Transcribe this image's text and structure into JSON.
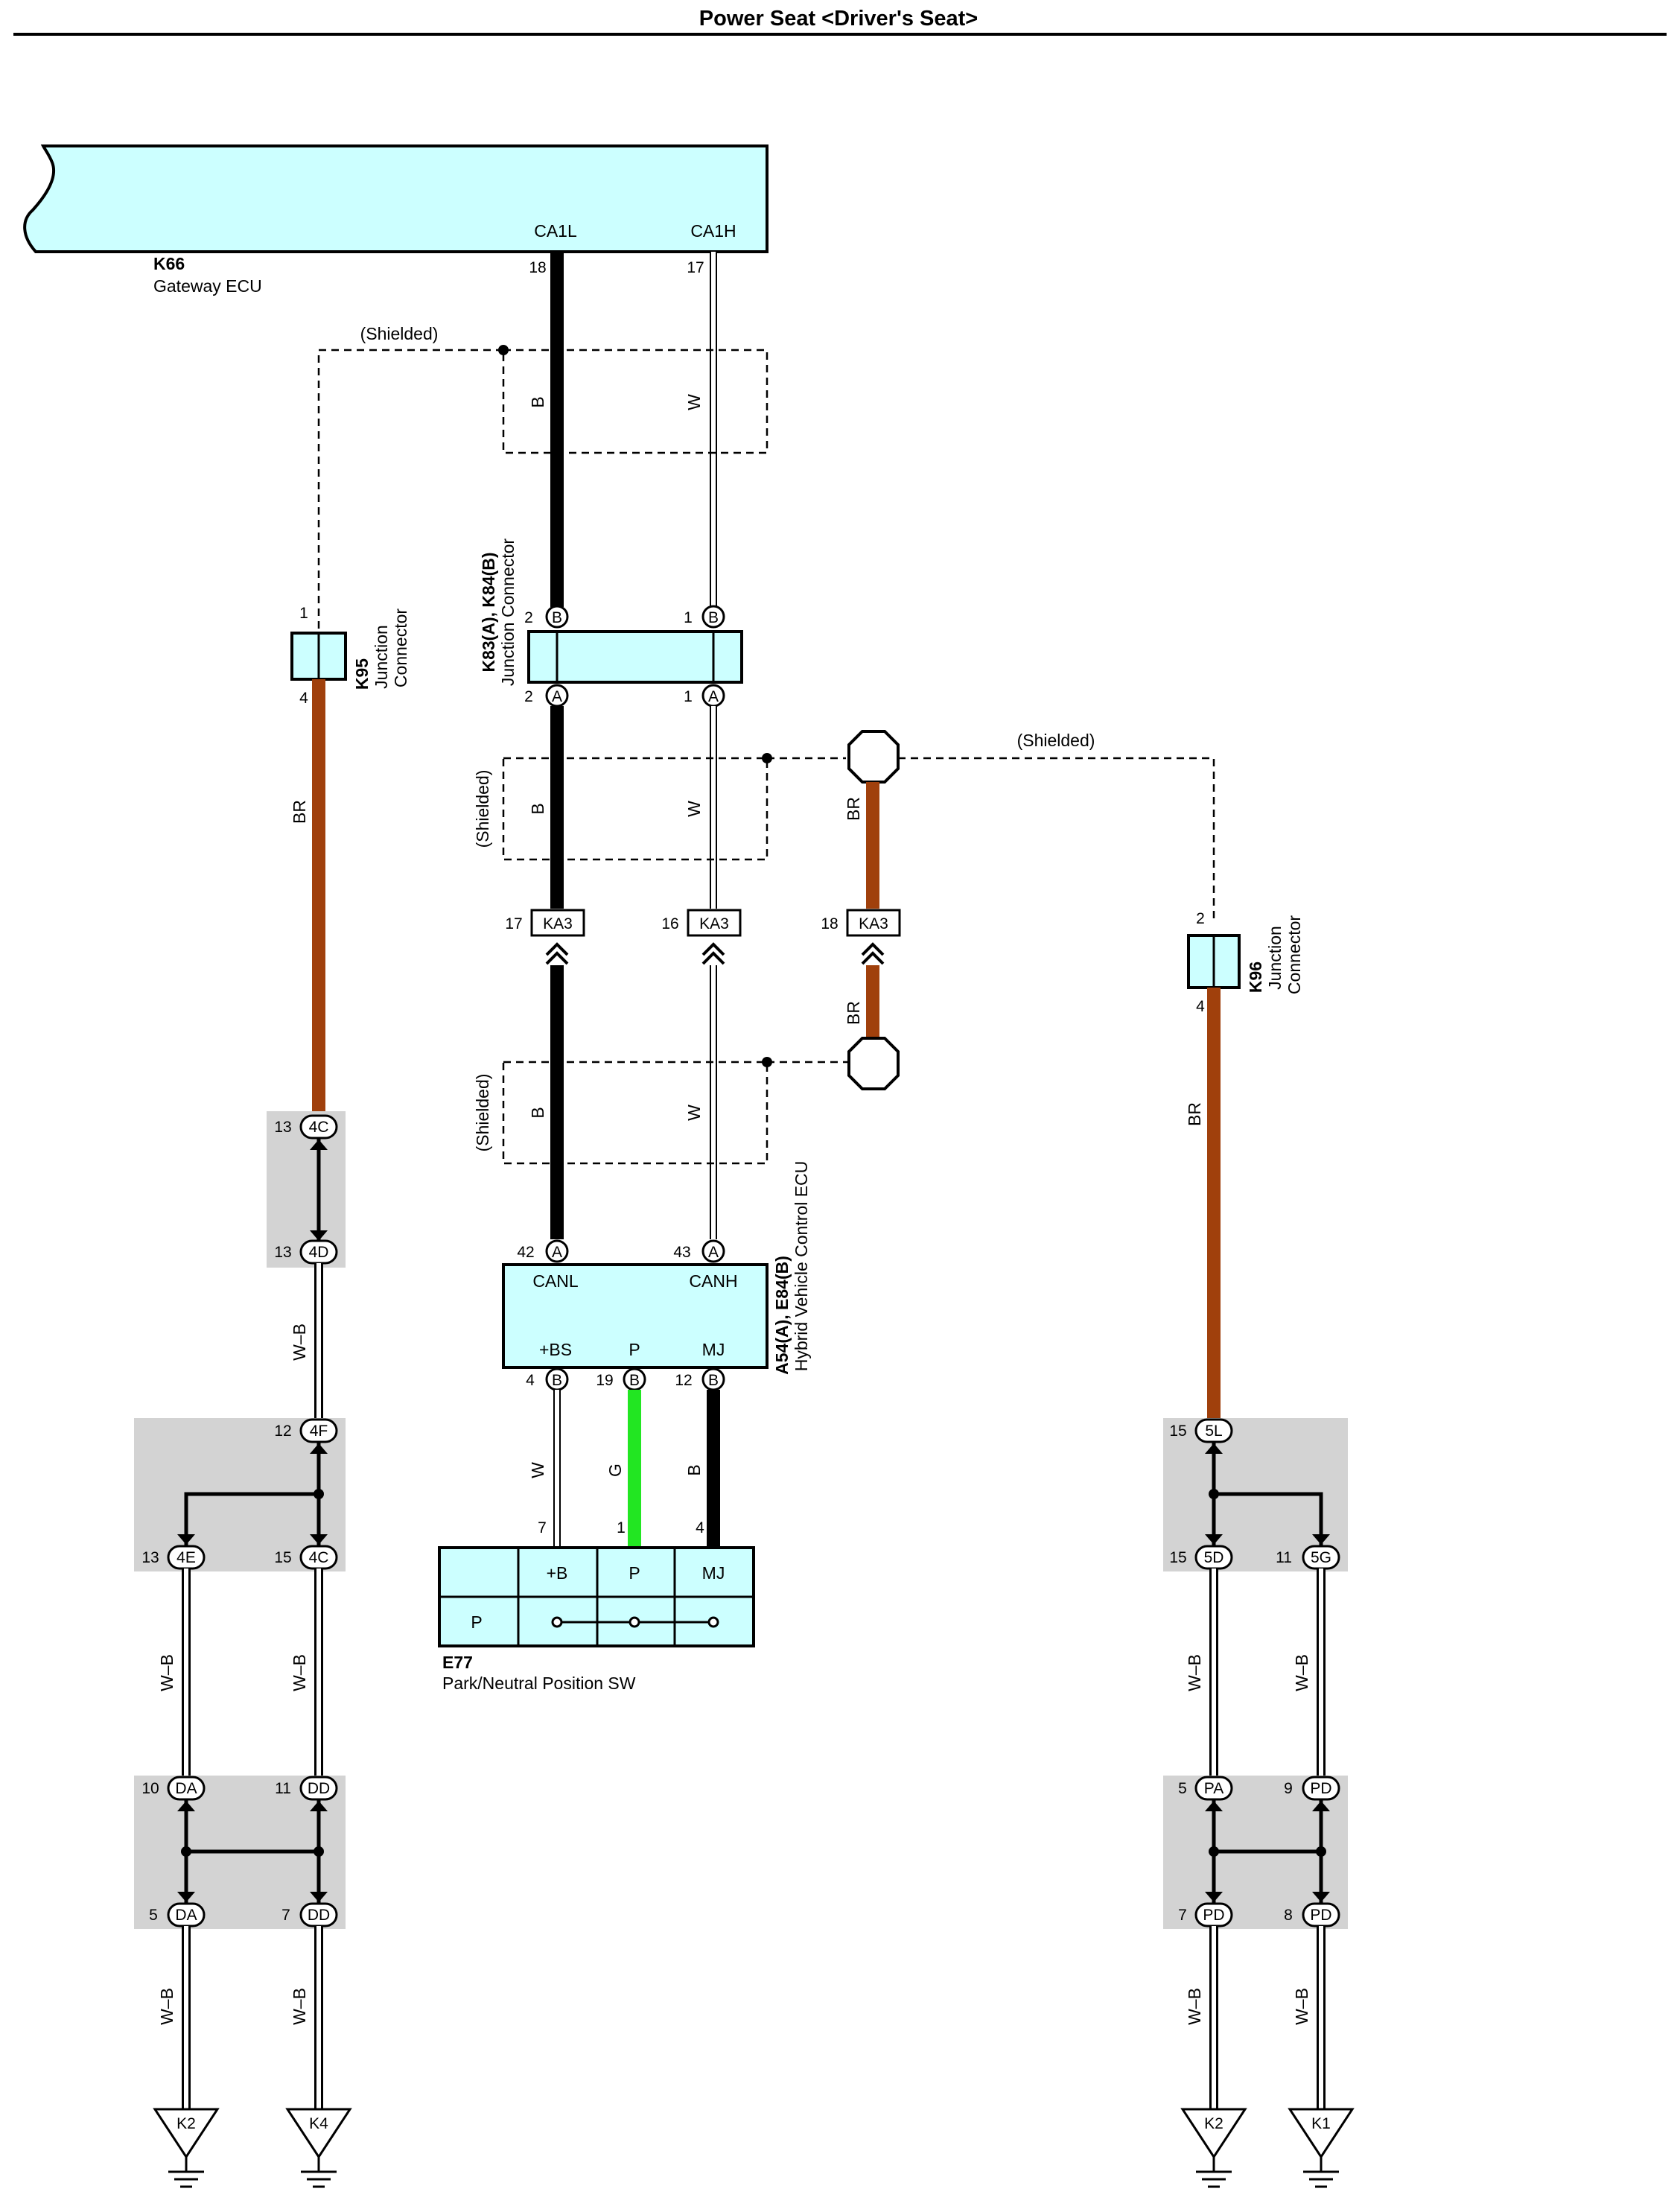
{
  "title": "Power Seat <Driver's Seat>",
  "components": {
    "k66": {
      "id": "K66",
      "name": "Gateway ECU",
      "pin_labels": [
        "CA1L",
        "CA1H"
      ],
      "pin_numbers": [
        "18",
        "17"
      ]
    },
    "k95": {
      "id": "K95",
      "name_line1": "Junction",
      "name_line2": "Connector",
      "top_pin": "1",
      "bottom_pin": "4"
    },
    "k83": {
      "id": "K83(A), K84(B)",
      "name": "Junction Connector",
      "pins_b": [
        "2",
        "1"
      ],
      "pins_a": [
        "2",
        "1"
      ],
      "tag_b": "B",
      "tag_a": "A"
    },
    "k96": {
      "id": "K96",
      "name_line1": "Junction",
      "name_line2": "Connector",
      "top_pin": "2",
      "bottom_pin": "4"
    },
    "a54": {
      "id": "A54(A), E84(B)",
      "name": "Hybrid Vehicle Control ECU",
      "top_labels": [
        "CANL",
        "CANH"
      ],
      "top_pins": [
        "42",
        "43"
      ],
      "top_tag": "A",
      "bottom_labels": [
        "+BS",
        "P",
        "MJ"
      ],
      "bottom_pins": [
        "4",
        "19",
        "12"
      ],
      "bottom_tag": "B"
    },
    "e77": {
      "id": "E77",
      "name": "Park/Neutral Position SW",
      "headers": [
        "+B",
        "P",
        "MJ"
      ],
      "row_label": "P",
      "pins": [
        "7",
        "1",
        "4"
      ]
    }
  },
  "shield_label": "(Shielded)",
  "wire_colors": {
    "black": "B",
    "white": "W",
    "brown": "BR",
    "green": "G",
    "white_black": "W–B"
  },
  "connectors": {
    "ka3": {
      "tag": "KA3",
      "pins": [
        "17",
        "16",
        "18"
      ]
    },
    "c4": {
      "top_tag": "4C",
      "top_pin": "13",
      "bottom_tag": "4D",
      "bottom_pin": "13"
    },
    "c4f": {
      "tag": "4F",
      "pin": "12"
    },
    "c4e": {
      "tag": "4E",
      "pin": "13"
    },
    "c4c2": {
      "tag": "4C",
      "pin": "15"
    },
    "da_top": {
      "tag": "DA",
      "pin": "10"
    },
    "dd_top": {
      "tag": "DD",
      "pin": "11"
    },
    "da_bot": {
      "tag": "DA",
      "pin": "5"
    },
    "dd_bot": {
      "tag": "DD",
      "pin": "7"
    },
    "c5l": {
      "tag": "5L",
      "pin": "15"
    },
    "c5d": {
      "tag": "5D",
      "pin": "15"
    },
    "c5g": {
      "tag": "5G",
      "pin": "11"
    },
    "pa": {
      "tag": "PA",
      "pin": "5"
    },
    "pd_top": {
      "tag": "PD",
      "pin": "9"
    },
    "pd_bot1": {
      "tag": "PD",
      "pin": "7"
    },
    "pd_bot2": {
      "tag": "PD",
      "pin": "8"
    }
  },
  "grounds": [
    "K2",
    "K4",
    "K2",
    "K1"
  ],
  "colors": {
    "component_fill": "#ccffff",
    "splice_fill": "#d3d3d3",
    "brown_wire": "#a0400c",
    "green_wire": "#22e622",
    "black_wire": "#000000"
  }
}
